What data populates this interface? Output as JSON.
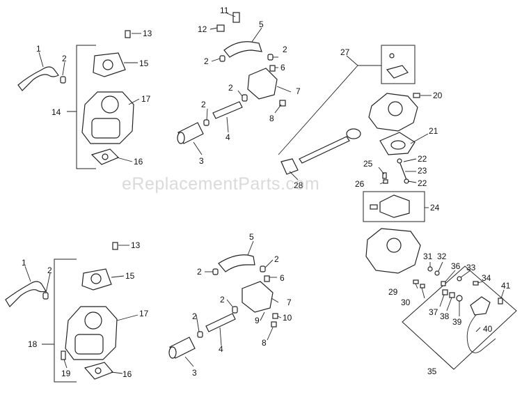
{
  "watermark": "eReplacementParts.com",
  "colors": {
    "ink": "#222222",
    "background": "#ffffff",
    "watermark": "#969696"
  },
  "callouts": {
    "c1a": "1",
    "c2a": "2",
    "c13a": "13",
    "c14": "14",
    "c15a": "15",
    "c16a": "16",
    "c17a": "17",
    "c11": "11",
    "c12": "12",
    "c5a": "5",
    "c2b": "2",
    "c2c": "2",
    "c6a": "6",
    "c2d": "2",
    "c7a": "7",
    "c2e": "2",
    "c4a": "4",
    "c8a": "8",
    "c3a": "3",
    "c27": "27",
    "c20": "20",
    "c21": "21",
    "c22a": "22",
    "c23": "23",
    "c25": "25",
    "c26": "26",
    "c22b": "22",
    "c28": "28",
    "c24": "24",
    "c13b": "13",
    "c1b": "1",
    "c2f": "2",
    "c15b": "15",
    "c17b": "17",
    "c18": "18",
    "c19": "19",
    "c16b": "16",
    "c5b": "5",
    "c2g": "2",
    "c2h": "2",
    "c6b": "6",
    "c2i": "2",
    "c7b": "7",
    "c9": "9",
    "c10": "10",
    "c2j": "2",
    "c4b": "4",
    "c8b": "8",
    "c3b": "3",
    "c31": "31",
    "c32": "32",
    "c36": "36",
    "c33": "33",
    "c34": "34",
    "c41": "41",
    "c29": "29",
    "c30": "30",
    "c37": "37",
    "c38": "38",
    "c39": "39",
    "c40": "40",
    "c35": "35"
  }
}
